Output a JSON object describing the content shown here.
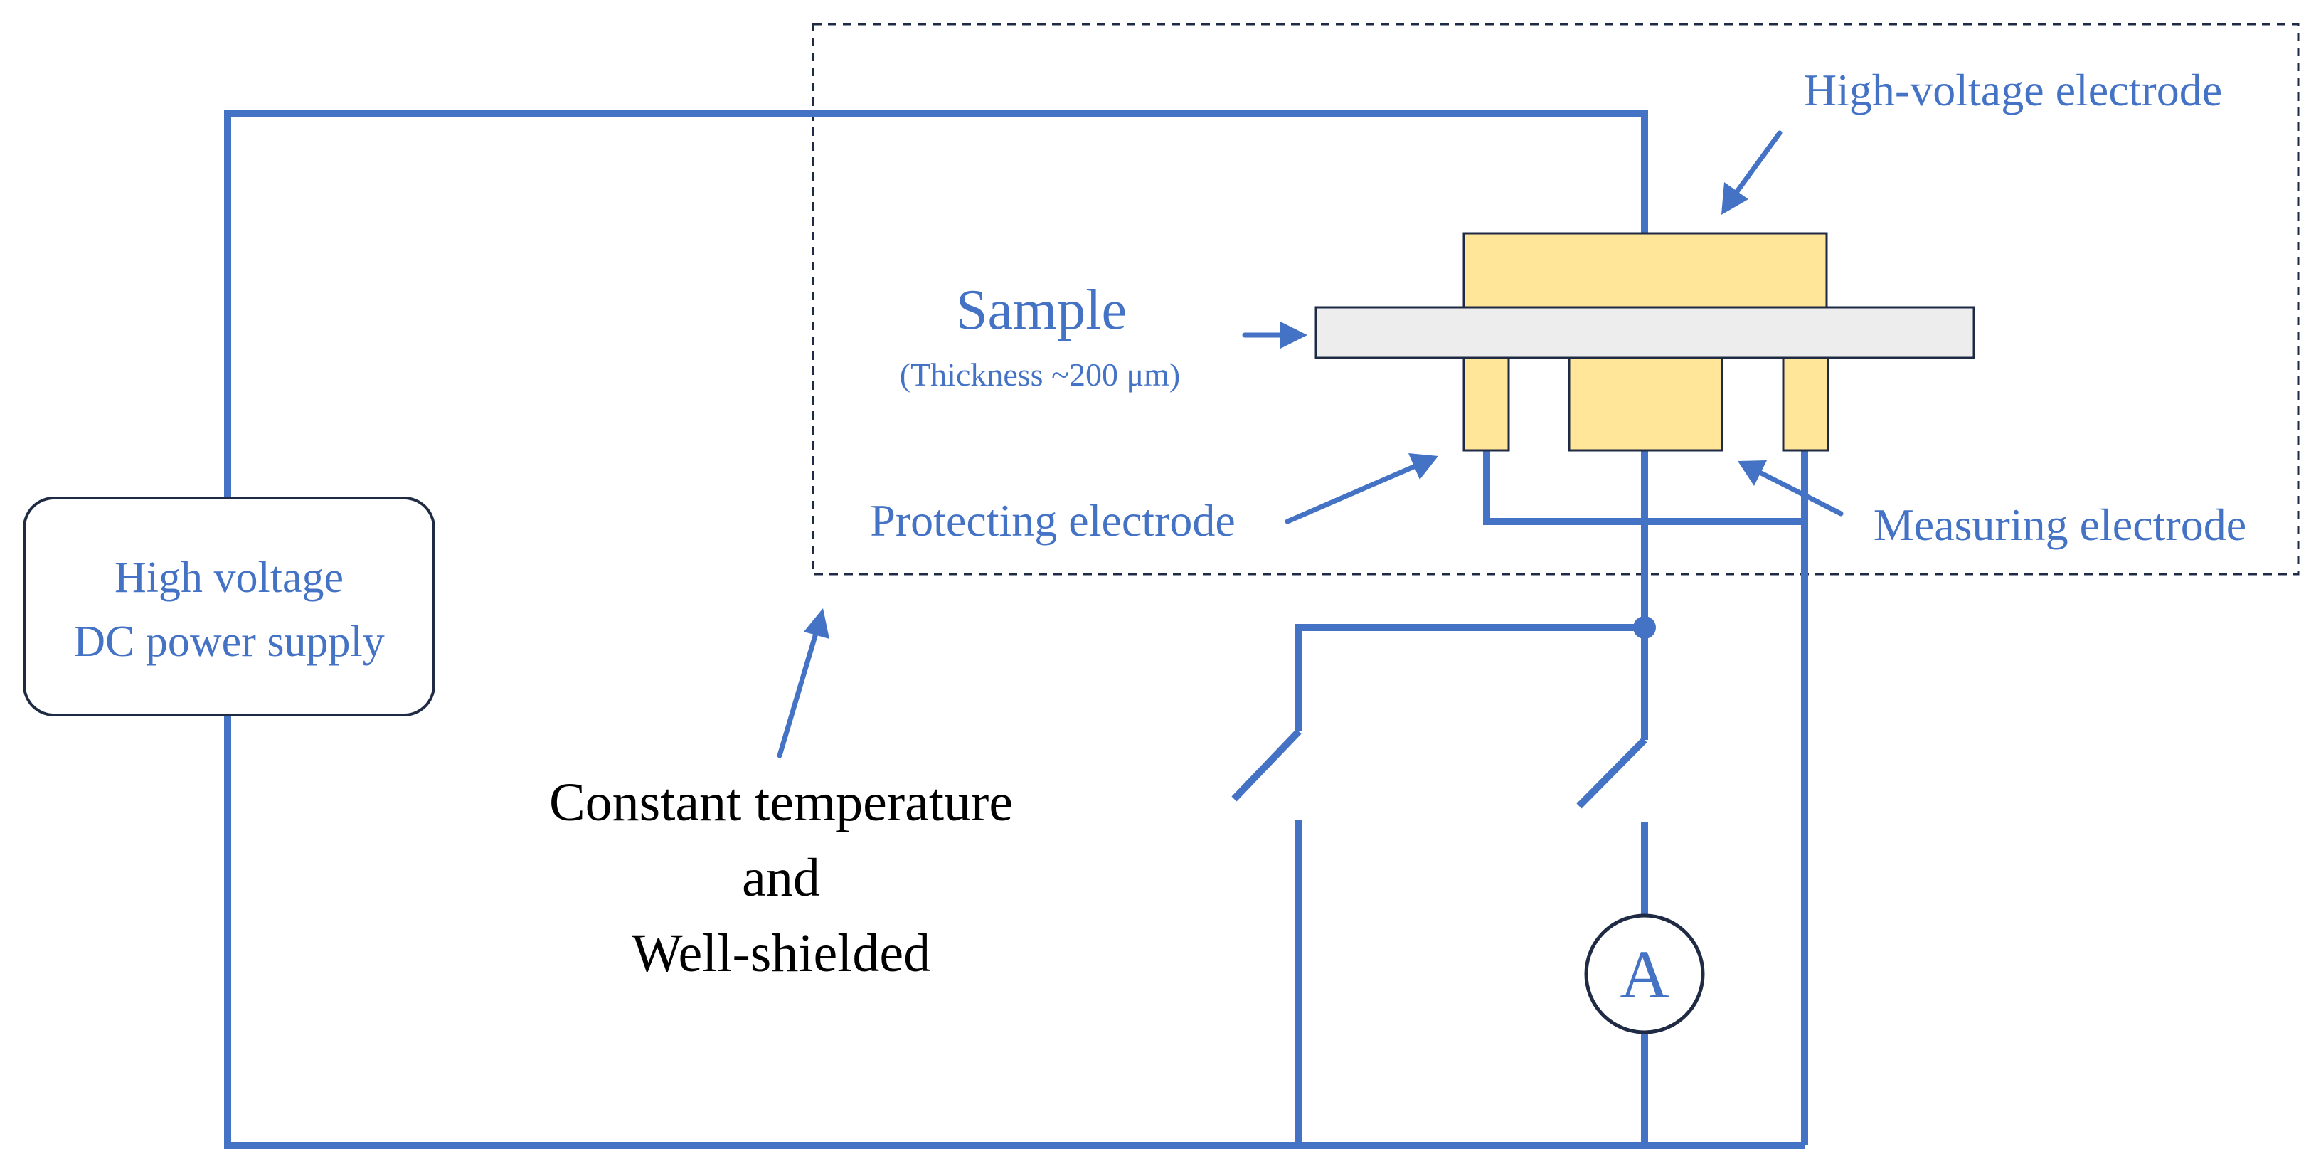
{
  "labels": {
    "power_supply_line1": "High voltage",
    "power_supply_line2": "DC power supply",
    "sample": "Sample",
    "sample_thickness": "(Thickness ~200 μm)",
    "high_voltage_electrode": "High-voltage electrode",
    "protecting_electrode": "Protecting electrode",
    "measuring_electrode": "Measuring electrode",
    "chamber_line1": "Constant temperature",
    "chamber_line2": "and",
    "chamber_line3": "Well-shielded",
    "ammeter": "A"
  },
  "colors": {
    "wire": "#4472c4",
    "label_blue": "#4472c4",
    "label_black": "#000000",
    "electrode_fill": "#ffe699",
    "sample_fill": "#ededed",
    "outline": "#1f2a44"
  }
}
